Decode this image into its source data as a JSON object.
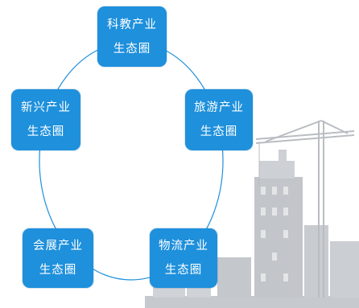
{
  "diagram": {
    "nodes": [
      {
        "id": "keji",
        "line1": "科教产业",
        "line2": "生态圈"
      },
      {
        "id": "lvyou",
        "line1": "旅游产业",
        "line2": "生态圈"
      },
      {
        "id": "xinxing",
        "line1": "新兴产业",
        "line2": "生态圈"
      },
      {
        "id": "huizhan",
        "line1": "会展产业",
        "line2": "生态圈"
      },
      {
        "id": "wuliu",
        "line1": "物流产业",
        "line2": "生态圈"
      }
    ],
    "colors": {
      "node_fill": "#1e90dc",
      "ring_stroke": "#1e90dc",
      "background_silhouette": "#c9ccd0"
    }
  }
}
